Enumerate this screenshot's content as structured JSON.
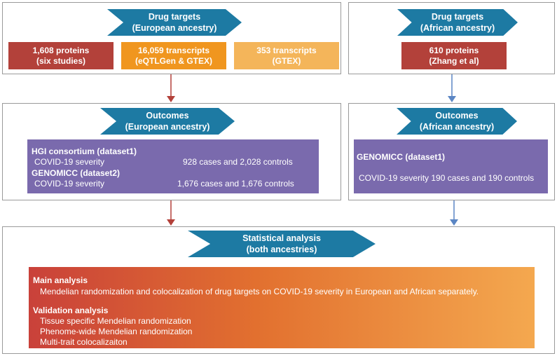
{
  "colors": {
    "chevron": "#1d7aa3",
    "protein_box": "#b3413a",
    "eqtl_box": "#f0961f",
    "gtex_box": "#f4b55a",
    "outcome_box": "#7a6aad",
    "arrow_left": "#b3413a",
    "arrow_right": "#5b86c4"
  },
  "top_left": {
    "title_line1": "Drug targets",
    "title_line2": "(European ancestry)",
    "boxes": [
      {
        "line1": "1,608 proteins",
        "line2": "(six studies)"
      },
      {
        "line1": "16,059 transcripts",
        "line2": "(eQTLGen & GTEX)"
      },
      {
        "line1": "353 transcripts",
        "line2": "(GTEX)"
      }
    ]
  },
  "top_right": {
    "title_line1": "Drug targets",
    "title_line2": "(African ancestry)",
    "box": {
      "line1": "610 proteins",
      "line2": "(Zhang et al)"
    }
  },
  "mid_left": {
    "title_line1": "Outcomes",
    "title_line2": "(European ancestry)",
    "dataset1_header": "HGI consortium (dataset1)",
    "dataset1_outcome": "COVID-19 severity",
    "dataset1_counts": "928 cases and 2,028 controls",
    "dataset2_header": "GENOMICC (dataset2)",
    "dataset2_outcome": "COVID-19 severity",
    "dataset2_counts": "1,676 cases and 1,676 controls"
  },
  "mid_right": {
    "title_line1": "Outcomes",
    "title_line2": "(African ancestry)",
    "dataset_header": "GENOMICC (dataset1)",
    "dataset_text": "COVID-19 severity 190 cases and 190 controls"
  },
  "bottom": {
    "title_line1": "Statistical analysis",
    "title_line2": "(both ancestries)",
    "main_header": "Main analysis",
    "main_text": "Mendelian randomization and colocalization of drug targets on COVID-19 severity in European and African separately.",
    "validation_header": "Validation analysis",
    "validation_items": [
      "Tissue specific Mendelian randomization",
      "Phenome-wide Mendelian randomization",
      "Multi-trait colocalizaiton"
    ]
  }
}
